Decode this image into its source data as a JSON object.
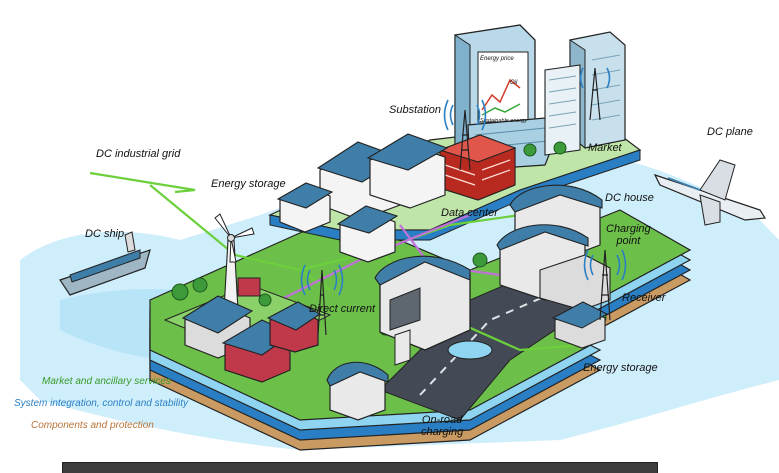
{
  "labels": {
    "substation": "Substation",
    "market": "Market",
    "dc_plane": "DC plane",
    "dc_industrial_grid": "DC industrial grid",
    "energy_storage_top": "Energy storage",
    "data_center": "Data center",
    "dc_house": "DC house",
    "charging_point": "Charging\npoint",
    "dc_ship": "DC ship",
    "receiver": "Receiver",
    "direct_current": "Direct current",
    "energy_storage_bottom": "Energy storage",
    "on_road_charging": "On-road\ncharging"
  },
  "billboard": {
    "energy_price": "Energy price",
    "oil": "Oil",
    "sustainable_energy": "Sustainable energy"
  },
  "legend": [
    {
      "text": "Market and ancillary services",
      "color": "#3a9a2a"
    },
    {
      "text": "System integration, control and stability",
      "color": "#2a7fc4"
    },
    {
      "text": "Components and protection",
      "color": "#b8743a"
    }
  ],
  "colors": {
    "water": "#aee0f5",
    "grass": "#6cc04a",
    "panel": "#3f7ea8",
    "dc_line_green": "#6ccf3c",
    "dc_line_purple": "#c070d8",
    "ground_brown": "#c99a62",
    "road": "#444a55"
  }
}
